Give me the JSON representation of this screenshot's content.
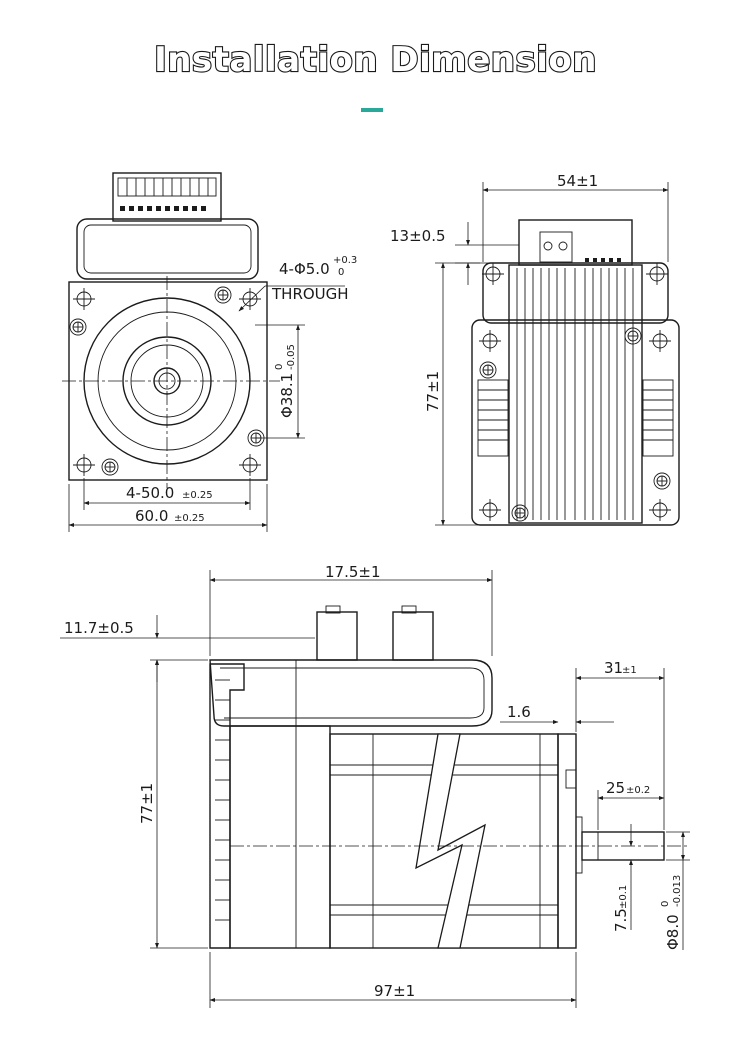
{
  "title": "Installation Dimension",
  "accent_color": "#2aa89a",
  "front_view": {
    "hole_label": "4-Φ5.0",
    "hole_tol_upper": "+0.3",
    "hole_tol_lower": "0",
    "through_label": "THROUGH",
    "pilot_label": "Φ38.1",
    "pilot_tol_upper": "0",
    "pilot_tol_lower": "-0.05",
    "hole_pitch": "4-50.0",
    "hole_pitch_tol": "±0.25",
    "flange": "60.0",
    "flange_tol": "±0.25"
  },
  "rear_view": {
    "width": "54±1",
    "connector_offset": "13±0.5",
    "height": "77±1"
  },
  "side_view": {
    "drive_length": "17.5±1",
    "connector_height": "11.7±0.5",
    "height": "77±1",
    "shaft_total": "31",
    "shaft_total_tol": "±1",
    "boss": "1.6",
    "shaft_key": "25",
    "shaft_key_tol": "±0.2",
    "flat": "7.5",
    "flat_tol": "±0.1",
    "shaft_dia": "Φ8.0",
    "shaft_tol_upper": "0",
    "shaft_tol_lower": "-0.013",
    "overall_length": "97±1"
  }
}
